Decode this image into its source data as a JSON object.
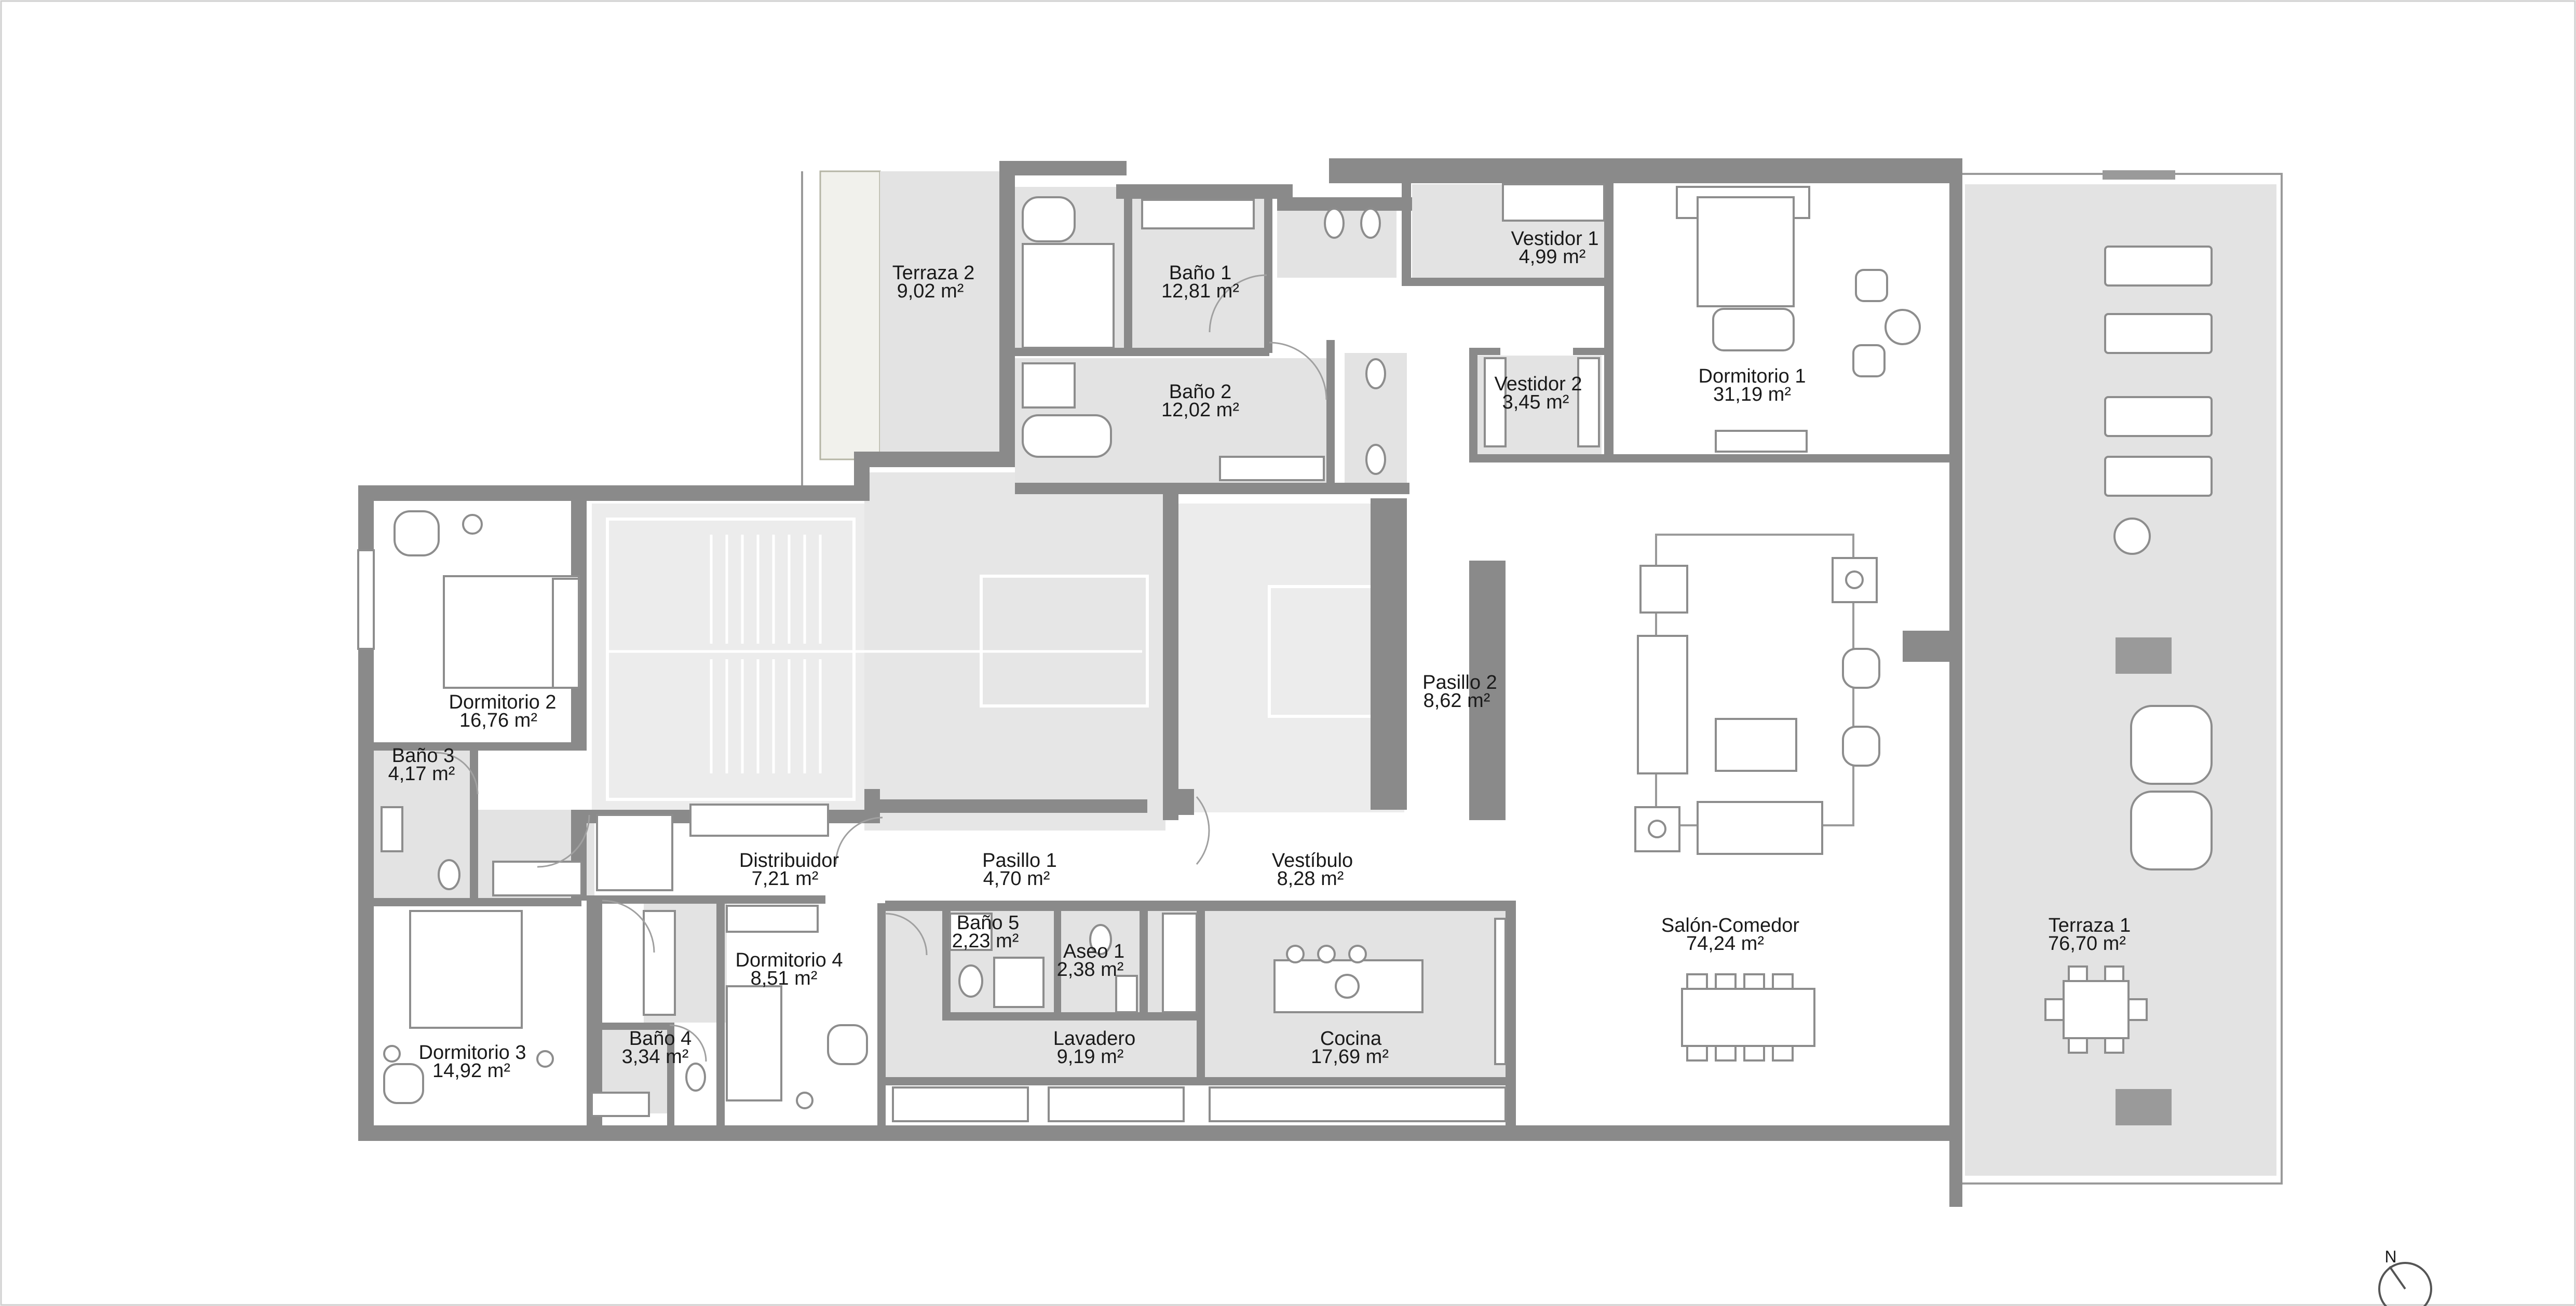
{
  "plan": {
    "north_label": "N",
    "rooms": [
      {
        "id": "terraza-2",
        "name": "Terraza 2",
        "area": "9,02 m²"
      },
      {
        "id": "bano-1",
        "name": "Baño 1",
        "area": "12,81 m²"
      },
      {
        "id": "bano-2",
        "name": "Baño 2",
        "area": "12,02 m²"
      },
      {
        "id": "vestidor-1",
        "name": "Vestidor 1",
        "area": "4,99 m²"
      },
      {
        "id": "vestidor-2",
        "name": "Vestidor 2",
        "area": "3,45 m²"
      },
      {
        "id": "dormitorio-1",
        "name": "Dormitorio 1",
        "area": "31,19 m²"
      },
      {
        "id": "dormitorio-2",
        "name": "Dormitorio 2",
        "area": "16,76 m²"
      },
      {
        "id": "bano-3",
        "name": "Baño 3",
        "area": "4,17 m²"
      },
      {
        "id": "pasillo-2",
        "name": "Pasillo 2",
        "area": "8,62 m²"
      },
      {
        "id": "distribuidor",
        "name": "Distribuidor",
        "area": "7,21 m²"
      },
      {
        "id": "pasillo-1",
        "name": "Pasillo 1",
        "area": "4,70 m²"
      },
      {
        "id": "vestibulo",
        "name": "Vestíbulo",
        "area": "8,28 m²"
      },
      {
        "id": "bano-5",
        "name": "Baño 5",
        "area": "2,23 m²"
      },
      {
        "id": "aseo-1",
        "name": "Aseo 1",
        "area": "2,38 m²"
      },
      {
        "id": "dormitorio-4",
        "name": "Dormitorio 4",
        "area": "8,51 m²"
      },
      {
        "id": "dormitorio-3",
        "name": "Dormitorio 3",
        "area": "14,92 m²"
      },
      {
        "id": "bano-4",
        "name": "Baño 4",
        "area": "3,34 m²"
      },
      {
        "id": "lavadero",
        "name": "Lavadero",
        "area": "9,19 m²"
      },
      {
        "id": "cocina",
        "name": "Cocina",
        "area": "17,69 m²"
      },
      {
        "id": "salon-comedor",
        "name": "Salón-Comedor",
        "area": "74,24 m²"
      },
      {
        "id": "terraza-1",
        "name": "Terraza 1",
        "area": "76,70 m²"
      }
    ]
  }
}
